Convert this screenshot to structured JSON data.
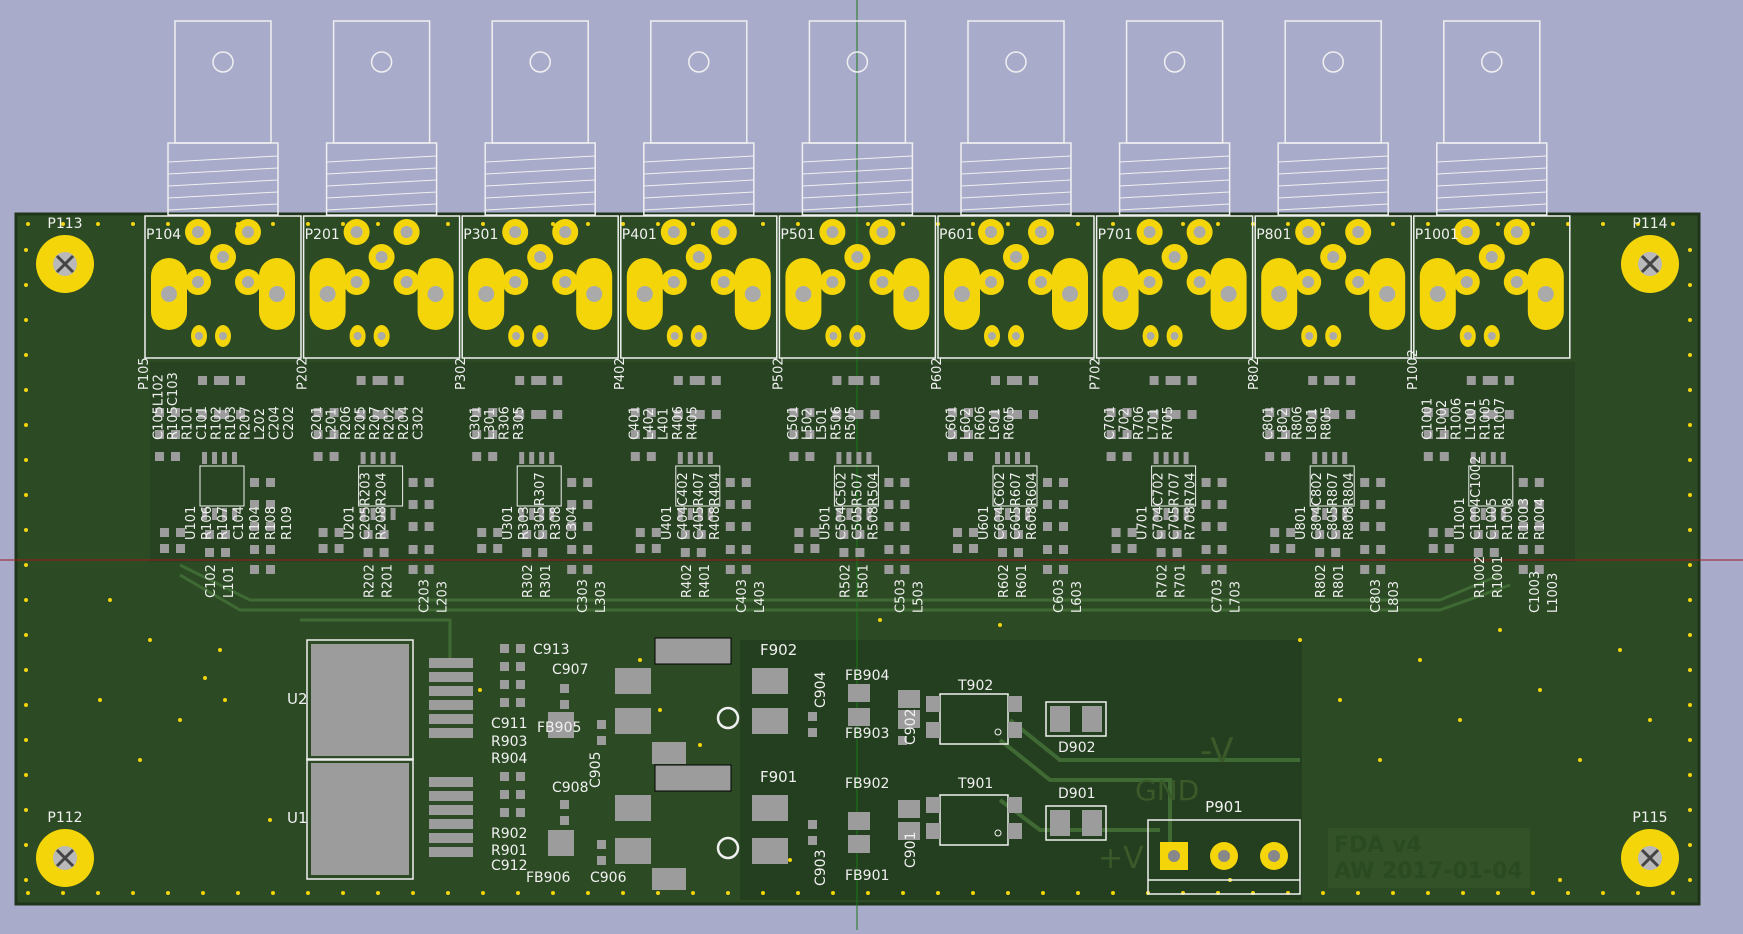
{
  "colors": {
    "background": "#a9abcb",
    "board": "#2c4b25",
    "pour": "#243e1f",
    "pad": "#f3d509",
    "smd_pad": "#9c9c9c",
    "silkscreen": "#f0f0f0",
    "via": "#f3d509",
    "crosshair_x": "#1a7a1a",
    "crosshair_y": "#a01a1a",
    "fab_text": "#3a5a2a"
  },
  "mounting_holes": [
    "P113",
    "P114",
    "P112",
    "P115"
  ],
  "connectors": [
    {
      "ref": "P104"
    },
    {
      "ref": "P201"
    },
    {
      "ref": "P301"
    },
    {
      "ref": "P401"
    },
    {
      "ref": "P501"
    },
    {
      "ref": "P601"
    },
    {
      "ref": "P701"
    },
    {
      "ref": "P801"
    },
    {
      "ref": "P1001"
    }
  ],
  "channels": [
    {
      "top": [
        "P105",
        "C105L102",
        "R105C103",
        "R101",
        "C101",
        "R102",
        "R103",
        "R207",
        "L202",
        "C204",
        "C202"
      ],
      "mid": [
        "U101",
        "R106",
        "R107",
        "C104",
        "R104",
        "R108",
        "R109"
      ],
      "bot": [
        "C102",
        "L101"
      ]
    },
    {
      "top": [
        "P202",
        "C201",
        "L201",
        "R206",
        "R205",
        "R207",
        "R202",
        "R204",
        "C302"
      ],
      "mid": [
        "U201",
        "C205R203",
        "R208R204"
      ],
      "bot": [
        "R202",
        "R201",
        "C203",
        "L203"
      ]
    },
    {
      "top": [
        "P302",
        "C301",
        "L301",
        "R306",
        "R305"
      ],
      "mid": [
        "U301",
        "R303",
        "C305R307",
        "R308",
        "C304"
      ],
      "bot": [
        "R302",
        "R301",
        "C303",
        "L303"
      ]
    },
    {
      "top": [
        "P402",
        "C401",
        "L402",
        "L401",
        "R406",
        "R405"
      ],
      "mid": [
        "U401",
        "C404C402",
        "C405R407",
        "R408R404"
      ],
      "bot": [
        "R402",
        "R401",
        "C403",
        "L403"
      ]
    },
    {
      "top": [
        "P502",
        "C501",
        "L502",
        "L501",
        "R506",
        "R505"
      ],
      "mid": [
        "U501",
        "C504C502",
        "C505R507",
        "R508R504"
      ],
      "bot": [
        "R502",
        "R501",
        "C503",
        "L503"
      ]
    },
    {
      "top": [
        "P602",
        "C601",
        "L602",
        "R606",
        "L601",
        "R605"
      ],
      "mid": [
        "U601",
        "C604C602",
        "C605R607",
        "R608R604"
      ],
      "bot": [
        "R602",
        "R601",
        "C603",
        "L603"
      ]
    },
    {
      "top": [
        "P702",
        "C701",
        "L702",
        "R706",
        "L701",
        "R705"
      ],
      "mid": [
        "U701",
        "C704C702",
        "C705R707",
        "R708R704"
      ],
      "bot": [
        "R702",
        "R701",
        "C703",
        "L703"
      ]
    },
    {
      "top": [
        "P802",
        "C801",
        "L802",
        "R806",
        "L801",
        "R805"
      ],
      "mid": [
        "U801",
        "C804C802",
        "C805R807",
        "R808R804"
      ],
      "bot": [
        "R802",
        "R801",
        "C803",
        "L803"
      ]
    },
    {
      "top": [
        "P1002",
        "C1001",
        "L1002",
        "R1006",
        "L1001",
        "R1005",
        "R1007"
      ],
      "mid": [
        "U1001",
        "C1004C1002",
        "C1005",
        "R1008",
        "R1003",
        "R1004"
      ],
      "bot": [
        "R1002",
        "R1001",
        "C1003",
        "L1003"
      ]
    }
  ],
  "power": {
    "regulators": [
      "U2",
      "U1"
    ],
    "caps": [
      "C913",
      "C907",
      "C911",
      "R903",
      "R904",
      "FB905",
      "C905",
      "C908",
      "R902",
      "R901",
      "C912",
      "FB906",
      "C906"
    ],
    "filters": [
      "F902",
      "F901"
    ],
    "right": [
      "C904",
      "FB904",
      "FB903",
      "C902",
      "T902",
      "D902",
      "FB902",
      "T901",
      "D901",
      "C903",
      "FB901",
      "C901"
    ],
    "header": "P901",
    "fab_labels": [
      "-V",
      "GND",
      "+V"
    ],
    "rev_lines": [
      "FDA v4",
      "AW 2017-01-04"
    ]
  }
}
